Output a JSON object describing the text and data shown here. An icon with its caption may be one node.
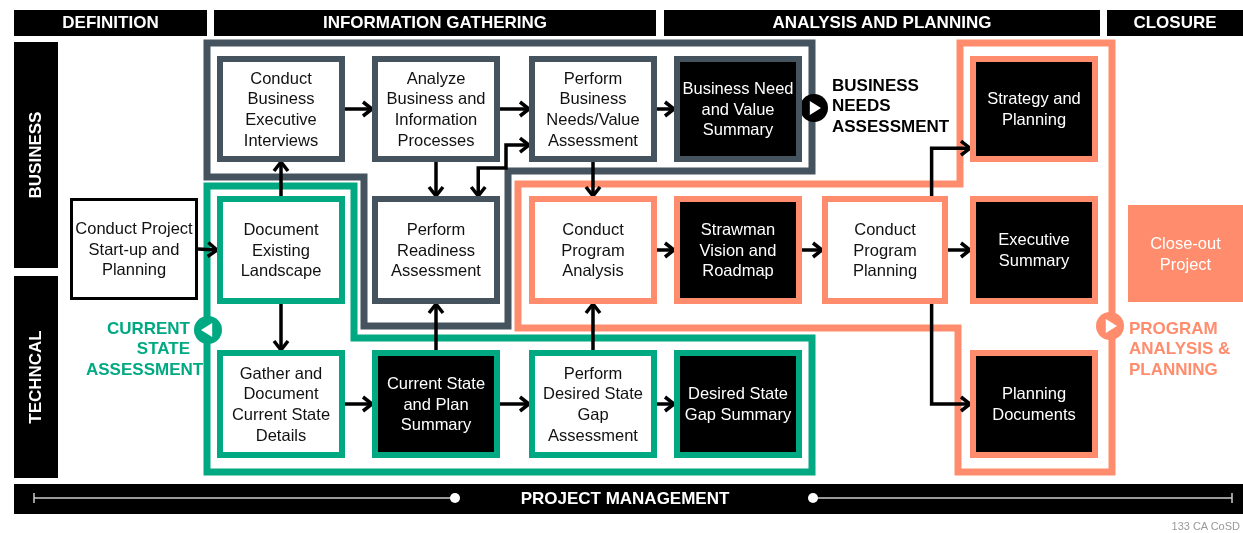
{
  "diagram": {
    "nodes": [
      {
        "text": [
          "Conduct Project Start-up and Planning"
        ]
      },
      {
        "text": [
          "Conduct Business Executive Interviews"
        ]
      },
      {
        "text": [
          "Analyze Business and Information Processes"
        ]
      },
      {
        "text": [
          "Perform Business Needs/Value Assessment"
        ]
      },
      {
        "text": [
          "Business Need and Value Summary"
        ]
      },
      {
        "text": [
          "Document Existing Landscape"
        ]
      },
      {
        "text": [
          "Perform Readiness Assessment"
        ]
      },
      {
        "text": [
          "Conduct Program Analysis"
        ]
      },
      {
        "text": [
          "Strawman Vision and Roadmap"
        ]
      },
      {
        "text": [
          "Conduct Program Planning"
        ]
      },
      {
        "text": [
          "Strategy and Planning"
        ]
      },
      {
        "text": [
          "Executive Summary"
        ]
      },
      {
        "text": [
          "Planning Documents"
        ]
      },
      {
        "text": [
          "Close-out Project"
        ]
      },
      {
        "text": [
          "Gather and Document Current State Details"
        ]
      },
      {
        "text": [
          "Current State and Plan Summary"
        ]
      },
      {
        "text": [
          "Perform Desired State Gap Assessment"
        ]
      },
      {
        "text": [
          "Desired State Gap Summary"
        ]
      }
    ],
    "edges": [
      {
        "from": 0,
        "to": 5,
        "arrow": "to"
      },
      {
        "from": 1,
        "to": 2,
        "arrow": "to"
      },
      {
        "from": 2,
        "to": 3,
        "arrow": "to"
      },
      {
        "from": 3,
        "to": 4,
        "arrow": "to"
      },
      {
        "from": 5,
        "to": 1,
        "arrow": "to"
      },
      {
        "from": 2,
        "to": 6,
        "arrow": "to"
      },
      {
        "from": 6,
        "to": 3,
        "arrow": "both"
      },
      {
        "from": 3,
        "to": 7,
        "arrow": "to"
      },
      {
        "from": 5,
        "to": 14,
        "arrow": "to"
      },
      {
        "from": 15,
        "to": 6,
        "arrow": "to"
      },
      {
        "from": 16,
        "to": 7,
        "arrow": "to"
      },
      {
        "from": 14,
        "to": 15,
        "arrow": "to"
      },
      {
        "from": 15,
        "to": 16,
        "arrow": "to"
      },
      {
        "from": 16,
        "to": 17,
        "arrow": "to"
      },
      {
        "from": 7,
        "to": 8,
        "arrow": "to"
      },
      {
        "from": 8,
        "to": 9,
        "arrow": "to"
      },
      {
        "from": 9,
        "to": 10,
        "arrow": "to"
      },
      {
        "from": 9,
        "to": 11,
        "arrow": "to"
      },
      {
        "from": 9,
        "to": 12,
        "arrow": "to"
      }
    ],
    "labels": [
      "DEFINITION",
      "INFORMATION GATHERING",
      "ANALYSIS AND PLANNING",
      "CLOSURE",
      "BUSINESS",
      "BUSINESS NEEDS ASSESSMENT",
      "TECHNCAL",
      "CURRENT STATE ASSESSMENT",
      "PROGRAM ANALYSIS & PLANNING",
      "PROJECT MANAGEMENT",
      "133 CA CoSD"
    ]
  }
}
